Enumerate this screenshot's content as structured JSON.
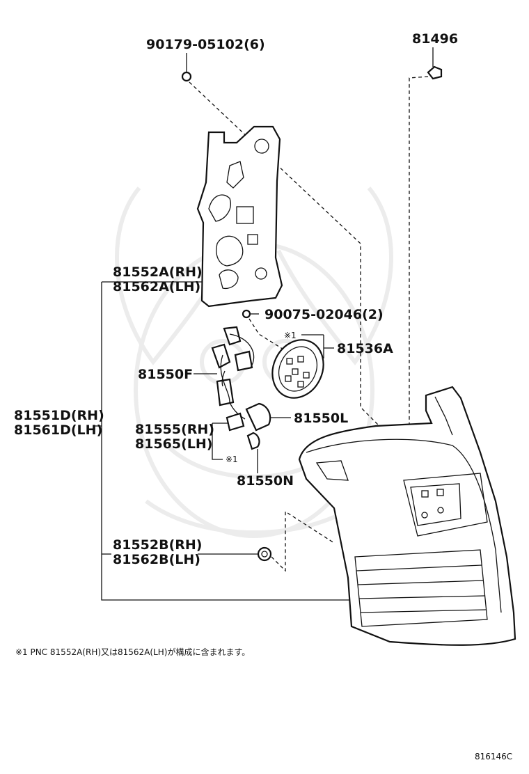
{
  "labels": {
    "bolt_top": "90179-05102(6)",
    "clip_top": "81496",
    "gasket_a_rh": "81552A(RH)",
    "gasket_a_lh": "81562A(LH)",
    "screw": "90075-02046(2)",
    "note_mark_1": "※1",
    "socket_plate": "81536A",
    "bulb_f": "81550F",
    "lamp_assy_rh": "81551D(RH)",
    "lamp_assy_lh": "81561D(LH)",
    "socket_rh": "81555(RH)",
    "socket_lh": "81565(LH)",
    "note_mark_2": "※1",
    "bulb_l": "81550L",
    "bulb_n": "81550N",
    "gasket_b_rh": "81552B(RH)",
    "gasket_b_lh": "81562B(LH)"
  },
  "footnote": "※1 PNC 81552A(RH)又は81562A(LH)が構成に含まれます。",
  "diagram_code": "816146C",
  "colors": {
    "line": "#111111",
    "watermark": "#ececec",
    "background": "#ffffff"
  }
}
